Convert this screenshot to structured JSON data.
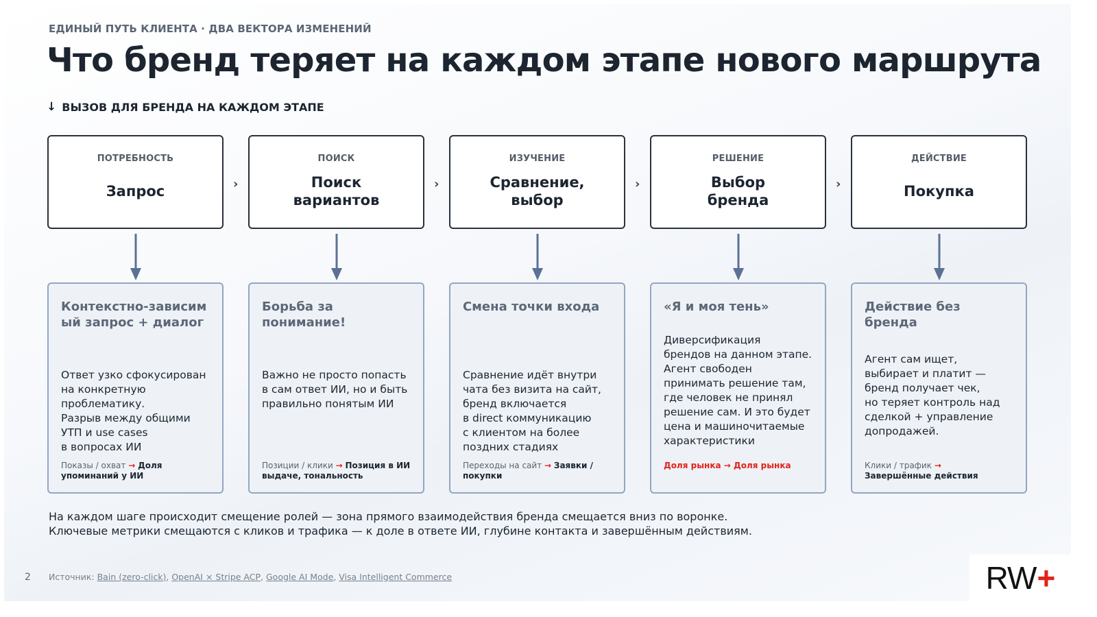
{
  "header": {
    "kicker": "ЕДИНЫЙ ПУТЬ КЛИЕНТА · ДВА ВЕКТОРА ИЗМЕНЕНИЙ",
    "title": "Что бренд теряет на каждом этапе нового маршрута"
  },
  "section_label": "ВЫЗОВ ДЛЯ БРЕНДА НА КАЖДОМ ЭТАПЕ",
  "stages": [
    {
      "category": "ПОТРЕБНОСТЬ",
      "name": "Запрос",
      "challenge_title": "Контекстно-зависим\nый запрос + диалог",
      "challenge_text": "Ответ узко сфокусирован\nна конкретную\nпроблематику.\nРазрыв между общими\nУТП и use cases\nв вопросах ИИ",
      "metric_from": "Показы / охват",
      "metric_to": "Доля упоминаний у ИИ"
    },
    {
      "category": "ПОИСК",
      "name": "Поиск\nвариантов",
      "challenge_title": "Борьба за\nпонимание!",
      "challenge_text": "Важно не просто попасть\nв сам ответ ИИ, но и быть\nправильно понятым ИИ",
      "metric_from": "Позиции / клики",
      "metric_to": "Позиция в ИИ выдаче, тональность"
    },
    {
      "category": "ИЗУЧЕНИЕ",
      "name": "Сравнение,\nвыбор",
      "challenge_title": "Смена точки входа",
      "challenge_text": "Сравнение идёт внутри\nчата без визита на сайт,\nбренд включается\nв direct коммуникацию\nс клиентом на более\nпоздних стадиях",
      "metric_from": "Переходы на сайт",
      "metric_to": "Заявки / покупки"
    },
    {
      "category": "РЕШЕНИЕ",
      "name": "Выбор\nбренда",
      "challenge_title": "«Я и моя тень»",
      "challenge_text": "Диверсификация\nбрендов на данном этапе.\nАгент свободен\nпринимать решение там,\nгде человек не принял\nрешение сам. И это будет\nцена и машиночитаемые\nхарактеристики",
      "metric_from": "Доля рынка",
      "metric_to": "Доля рынка"
    },
    {
      "category": "ДЕЙСТВИЕ",
      "name": "Покупка",
      "challenge_title": "Действие без бренда",
      "challenge_text": "Агент сам ищет,\nвыбирает и платит —\nбренд получает чек,\nно теряет контроль над\nсделкой + управление\nдопродажей.",
      "metric_from": "Клики / трафик",
      "metric_to": "Завершённые действия"
    }
  ],
  "summary": {
    "line1": "На каждом шаге происходит смещение ролей — зона прямого взаимодействия бренда смещается вниз по воронке.",
    "line2": "Ключевые метрики смещаются с кликов и трафика — к доле в ответе ИИ, глубине контакта и завершённым действиям."
  },
  "footer": {
    "page_number": "2",
    "source_label": "Источник:",
    "sources": [
      "Bain (zero-click)",
      "OpenAI × Stripe ACP",
      "Google AI Mode",
      "Visa Intelligent Commerce"
    ],
    "logo_text": "RW",
    "logo_plus": "+"
  },
  "colors": {
    "accent_red": "#e2231a",
    "arrow_blue": "#5b7194",
    "card_border": "#93a6c0",
    "text_dark": "#1c2530"
  },
  "icons": {
    "section_arrow": "arrow-down-icon",
    "stage_separator": "chevron-right-icon",
    "flow_arrow": "arrow-down-icon"
  }
}
